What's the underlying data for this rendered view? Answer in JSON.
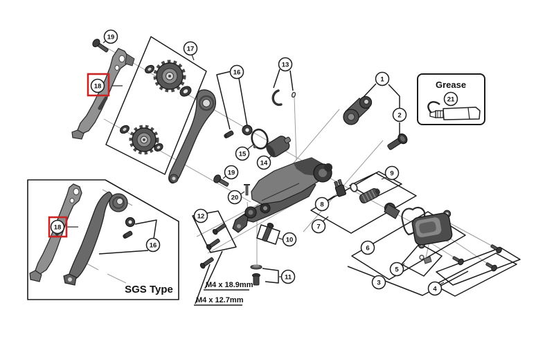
{
  "diagram": {
    "kind": "exploded-parts-diagram",
    "background_color": "#ffffff",
    "line_color": "#1a1a1a",
    "axis_line_color": "#9b9b9b",
    "highlight_color": "#c92323"
  },
  "callouts": {
    "c1": "1",
    "c2": "2",
    "c3": "3",
    "c4": "4",
    "c5": "5",
    "c6": "6",
    "c7": "7",
    "c8": "8",
    "c9": "9",
    "c10": "10",
    "c11": "11",
    "c12": "12",
    "c13": "13",
    "c14": "14",
    "c15": "15",
    "c16": "16",
    "c17": "17",
    "c18": "18",
    "c19": "19",
    "c20": "20",
    "c21": "21"
  },
  "labels": {
    "grease_title": "Grease",
    "sgs_type": "SGS Type",
    "m4_long": "M4 x 18.9mm",
    "m4_short": "M4 x 12.7mm"
  },
  "highlighted_callouts": [
    "18",
    "18"
  ]
}
